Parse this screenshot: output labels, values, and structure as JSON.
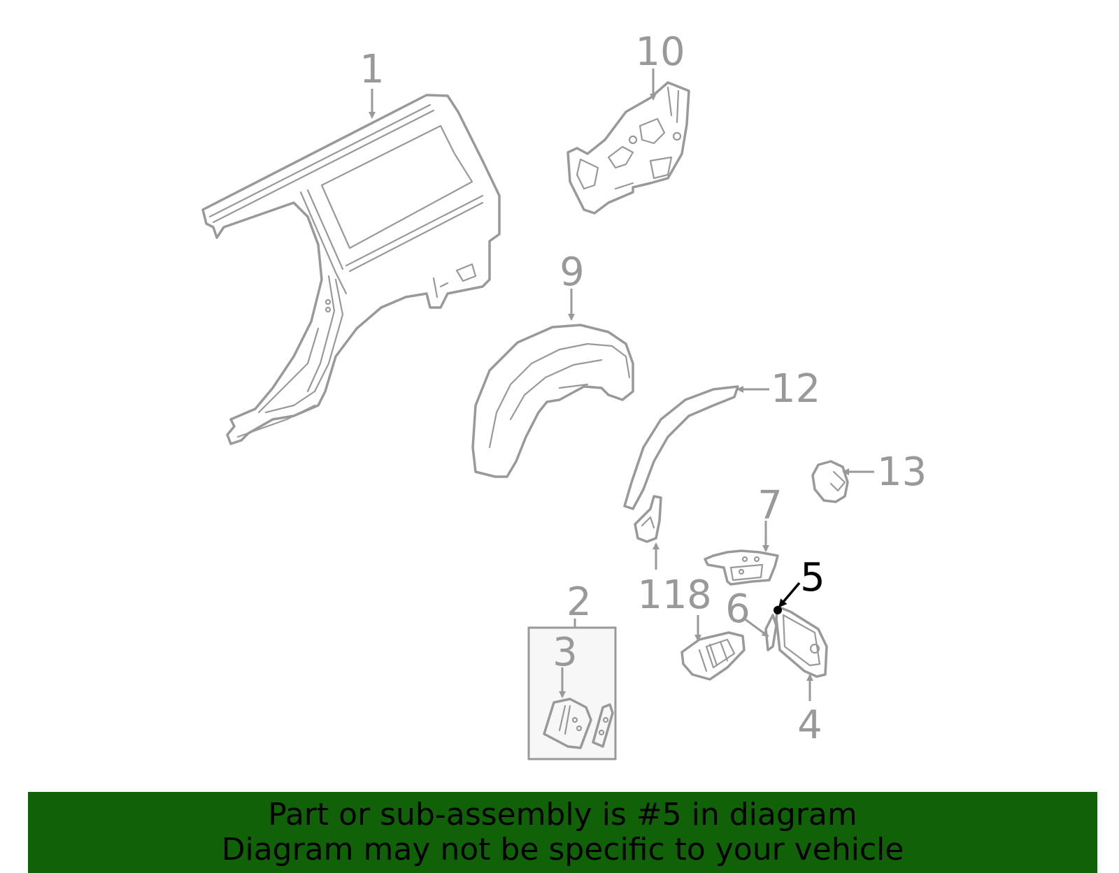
{
  "callouts": {
    "c1": "1",
    "c2": "2",
    "c3": "3",
    "c4": "4",
    "c5": "5",
    "c6": "6",
    "c7": "7",
    "c8": "8",
    "c9": "9",
    "c10": "10",
    "c11": "11",
    "c12": "12",
    "c13": "13"
  },
  "highlight": {
    "part": "5",
    "color": "#000000"
  },
  "colors": {
    "line_art": "#999999",
    "banner_bg": "#116108",
    "banner_text": "#000000"
  },
  "banner": {
    "line1": "Part or sub-assembly is #5 in diagram",
    "line2": "Diagram may not be specific to your vehicle"
  }
}
